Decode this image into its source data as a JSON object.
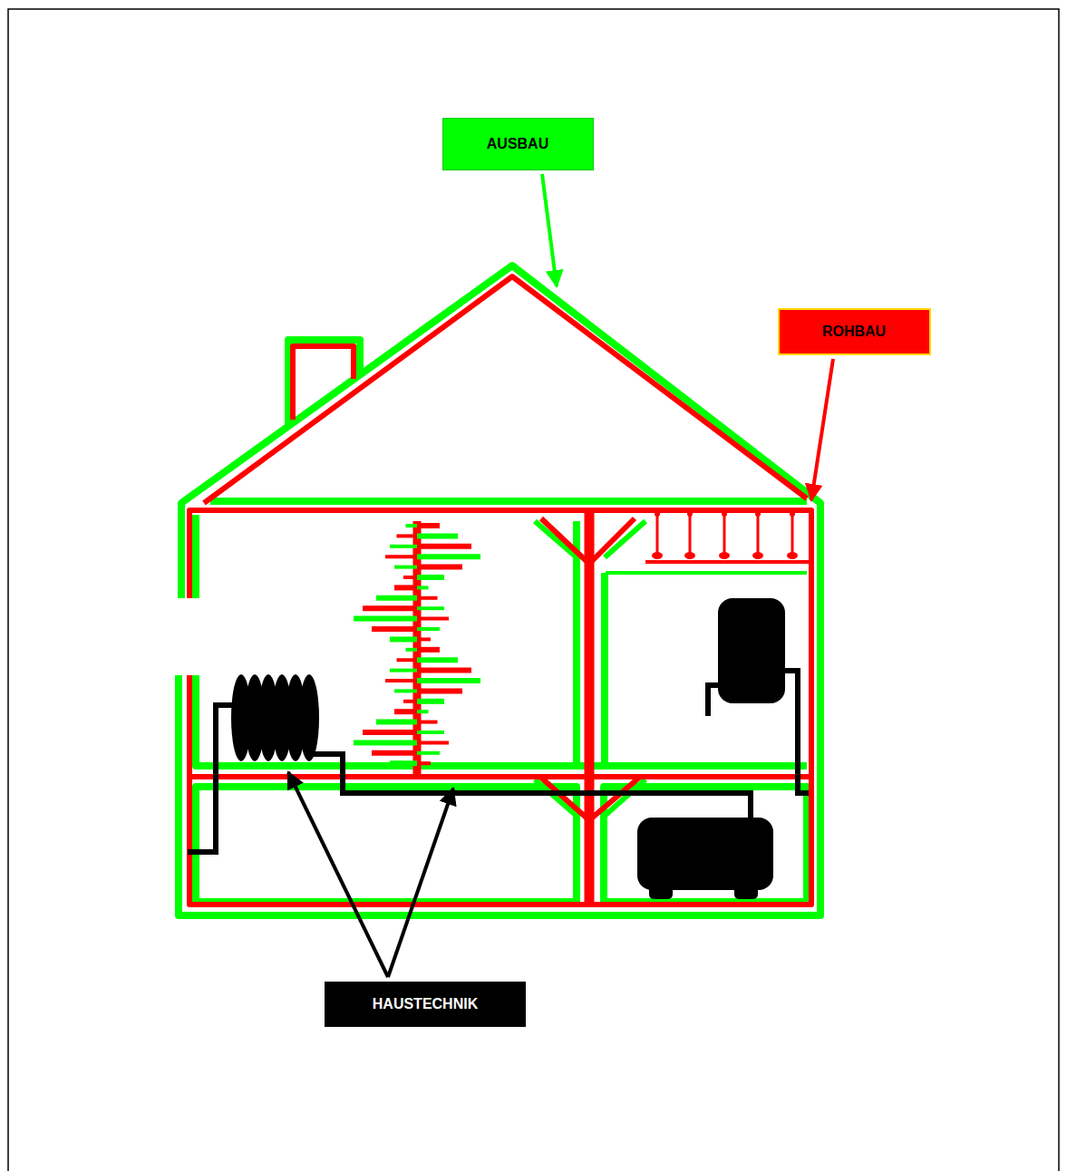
{
  "diagram": {
    "nodes": [
      {
        "text": [
          "AUSBAU"
        ]
      },
      {
        "text": [
          "ROHBAU"
        ]
      },
      {
        "text": [
          "HAUSTECHNIK"
        ]
      }
    ]
  }
}
